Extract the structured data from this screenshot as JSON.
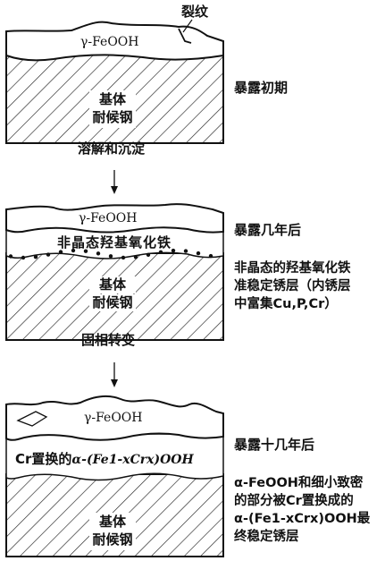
{
  "stage1": {
    "crack_label": "裂纹",
    "rust_layer": "γ-FeOOH",
    "substrate_line1": "基体",
    "substrate_line2": "耐候钢",
    "stage_label": "暴露初期"
  },
  "transition1": "溶解和沉淀",
  "stage2": {
    "rust_layer": "γ-FeOOH",
    "amorphous_layer": "非晶态羟基氧化铁",
    "substrate_line1": "基体",
    "substrate_line2": "耐候钢",
    "stage_label": "暴露几年后",
    "desc_lines": [
      "非晶态的羟基氧化铁",
      "准稳定锈层（内锈层",
      "中富集Cu,P,Cr）"
    ]
  },
  "transition2": "固相转变",
  "stage3": {
    "rust_layer": "γ-FeOOH",
    "cr_layer_prefix": "Cr置换的",
    "cr_layer_formula": "α-(Fe1-xCrx)OOH",
    "substrate_line1": "基体",
    "substrate_line2": "耐候钢",
    "stage_label": "暴露十几年后",
    "desc_lines": [
      "α-FeOOH和细小致密",
      "的部分被Cr置换成的",
      "α-(Fe1-xCrx)OOH最",
      "终稳定锈层"
    ]
  }
}
